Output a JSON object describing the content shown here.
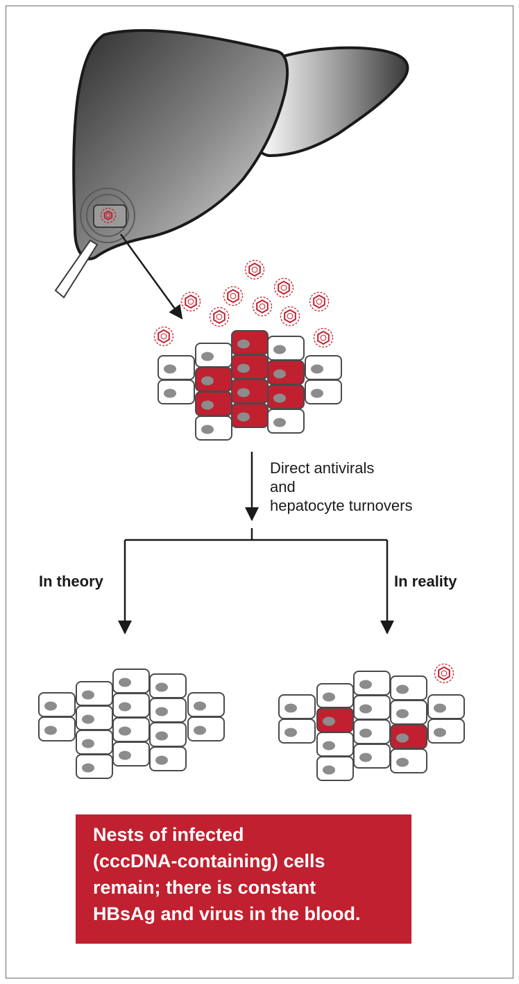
{
  "step_label": {
    "line1": "Direct antivirals",
    "line2": "and",
    "line3": "hepatocyte turnovers"
  },
  "branches": {
    "left": "In theory",
    "right": "In reality"
  },
  "callout": {
    "line1": "Nests of infected",
    "line2": "(cccDNA-containing) cells",
    "line3": "remain; there is constant",
    "line4": "HBsAg and virus in the blood."
  },
  "colors": {
    "infected_cell": "#c0202f",
    "healthy_cell": "#ffffff",
    "nucleus": "#8c8c8c",
    "callout_background": "#c0202f",
    "virus": "#c0202f"
  },
  "icons": {
    "organ": "liver-icon",
    "biopsy": "biopsy-needle-icon",
    "virus": "hbv-virion-icon"
  }
}
